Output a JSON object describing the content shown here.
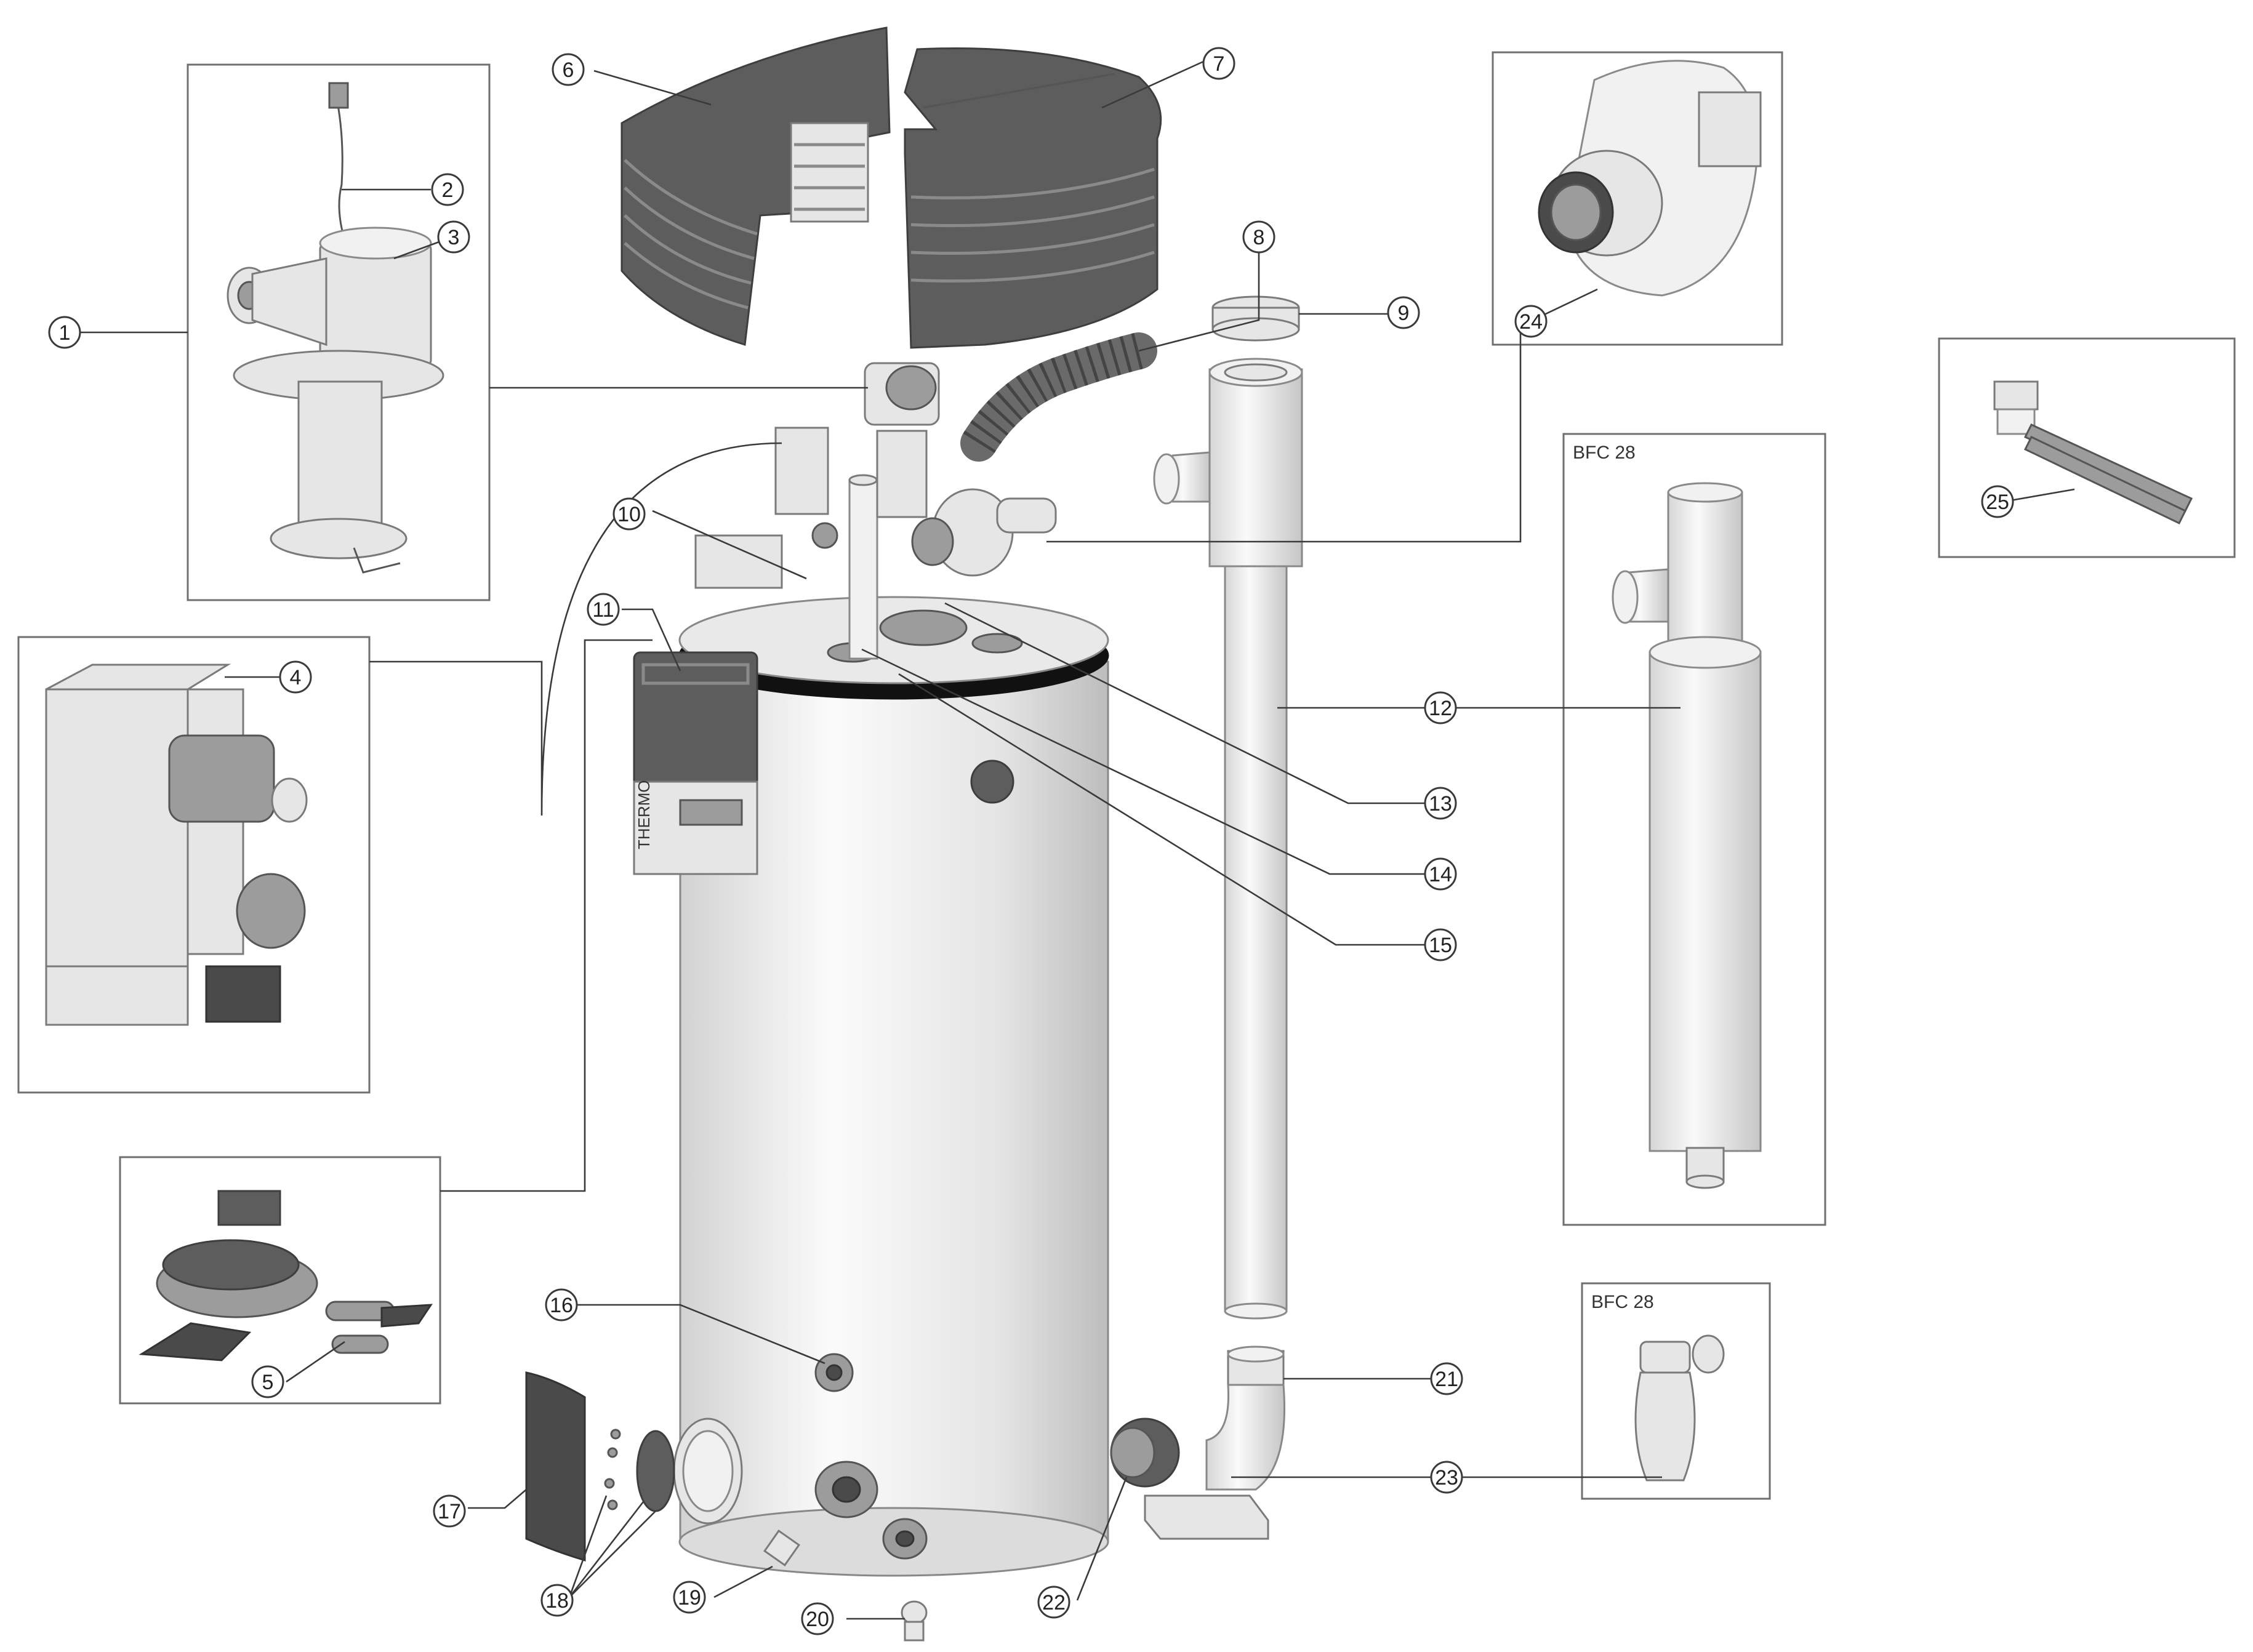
{
  "callouts": [
    {
      "id": "c1",
      "label": "1"
    },
    {
      "id": "c2",
      "label": "2"
    },
    {
      "id": "c3",
      "label": "3"
    },
    {
      "id": "c4",
      "label": "4"
    },
    {
      "id": "c5",
      "label": "5"
    },
    {
      "id": "c6",
      "label": "6"
    },
    {
      "id": "c7",
      "label": "7"
    },
    {
      "id": "c8",
      "label": "8"
    },
    {
      "id": "c9",
      "label": "9"
    },
    {
      "id": "c10",
      "label": "10"
    },
    {
      "id": "c11",
      "label": "11"
    },
    {
      "id": "c12",
      "label": "12"
    },
    {
      "id": "c13",
      "label": "13"
    },
    {
      "id": "c14",
      "label": "14"
    },
    {
      "id": "c15",
      "label": "15"
    },
    {
      "id": "c16",
      "label": "16"
    },
    {
      "id": "c17",
      "label": "17"
    },
    {
      "id": "c18",
      "label": "18"
    },
    {
      "id": "c19",
      "label": "19"
    },
    {
      "id": "c20",
      "label": "20"
    },
    {
      "id": "c21",
      "label": "21"
    },
    {
      "id": "c22",
      "label": "22"
    },
    {
      "id": "c23",
      "label": "23"
    },
    {
      "id": "c24",
      "label": "24"
    },
    {
      "id": "c25",
      "label": "25"
    }
  ],
  "frame_labels": {
    "bfc_vent": "BFC 28",
    "bfc_trap": "BFC 28"
  },
  "unit_badge": "THERMO",
  "colors": {
    "cover": "#5d5d5d",
    "tank": "#ececec",
    "line": "#3a3a3a"
  }
}
